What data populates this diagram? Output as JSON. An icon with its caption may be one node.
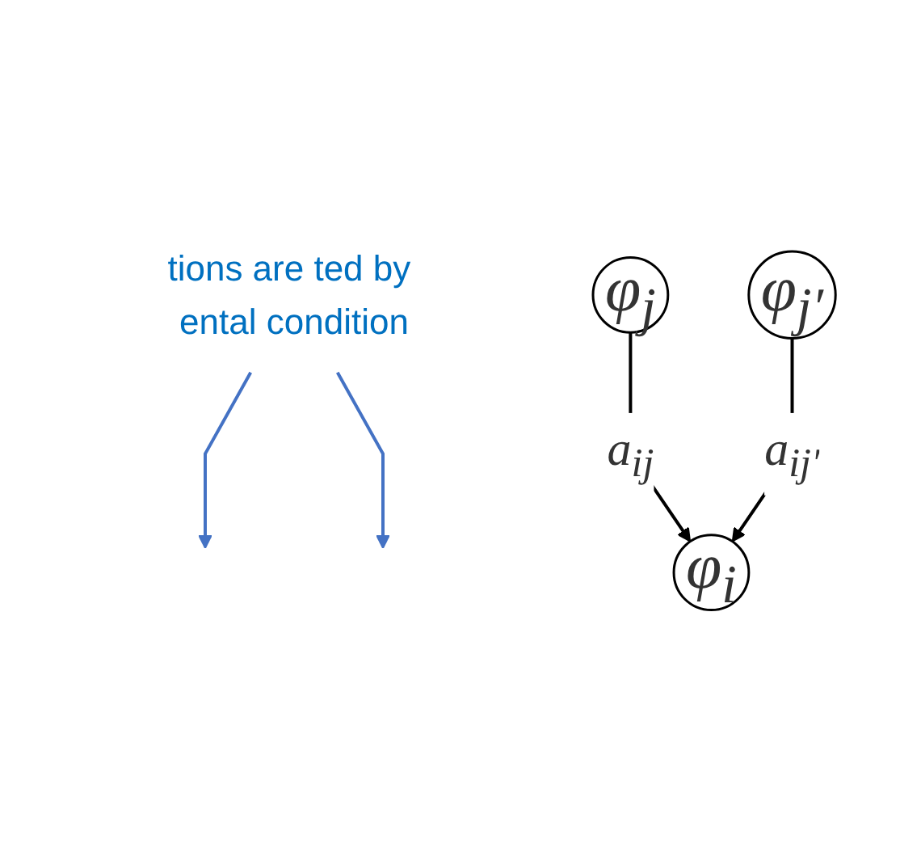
{
  "diagram": {
    "nodes": [
      {
        "text": [
          "tions are ted by ental condition"
        ]
      },
      {
        "text": [
          "φ$_{j}$"
        ]
      },
      {
        "text": [
          "φ$_{j′}$"
        ]
      },
      {
        "text": [
          "φ$_{i}$"
        ]
      }
    ],
    "edges": [
      {
        "from": 0,
        "to": null,
        "arrow": "to",
        "color": "#4472c4"
      },
      {
        "from": 0,
        "to": null,
        "arrow": "to",
        "color": "#4472c4"
      },
      {
        "from": 1,
        "to": 3,
        "arrow": "to",
        "label": "a$_{ij}$",
        "color": "#000000"
      },
      {
        "from": 2,
        "to": 3,
        "arrow": "to",
        "label": "a$_{ij′}$",
        "color": "#000000"
      }
    ]
  }
}
